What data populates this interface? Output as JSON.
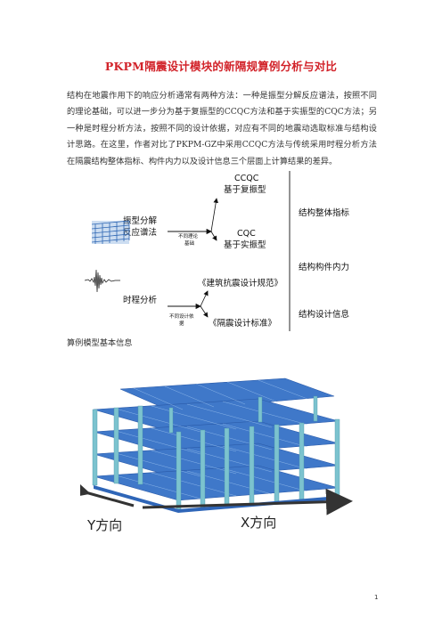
{
  "title": "PKPM隔震设计模块的新隔规算例分析与对比",
  "paragraph": "结构在地震作用下的响应分析通常有两种方法：一种是振型分解反应谱法，按照不同的理论基础，可以进一步分为基于复振型的CCQC方法和基于实振型的CQC方法；另一种是时程分析方法，按照不同的设计依据，对应有不同的地震动选取标准与结构设计思路。在这里，作者对比了PKPM-GZ中采用CCQC方法与传统采用时程分析方法在隔震结构整体指标、构件内力以及设计信息三个层面上计算结果的差异。",
  "diagram": {
    "left_method_1": [
      "振型分解",
      "反应谱法"
    ],
    "note_1": [
      "不同理论",
      "基础"
    ],
    "ccqc": "CCQC",
    "ccqc_desc": "基于复振型",
    "cqc": "CQC",
    "cqc_desc": "基于实振型",
    "code_1": "《建筑抗震设计规范》",
    "left_method_2": "时程分析",
    "note_2": [
      "不同设计依",
      "据"
    ],
    "code_2": "《隔震设计标准》",
    "result_1": "结构整体指标",
    "result_2": "结构构件内力",
    "result_3": "结构设计信息"
  },
  "subheading": "算例模型基本信息",
  "model": {
    "y_label": "Y方向",
    "x_label": "X方向"
  },
  "page_number": "1"
}
